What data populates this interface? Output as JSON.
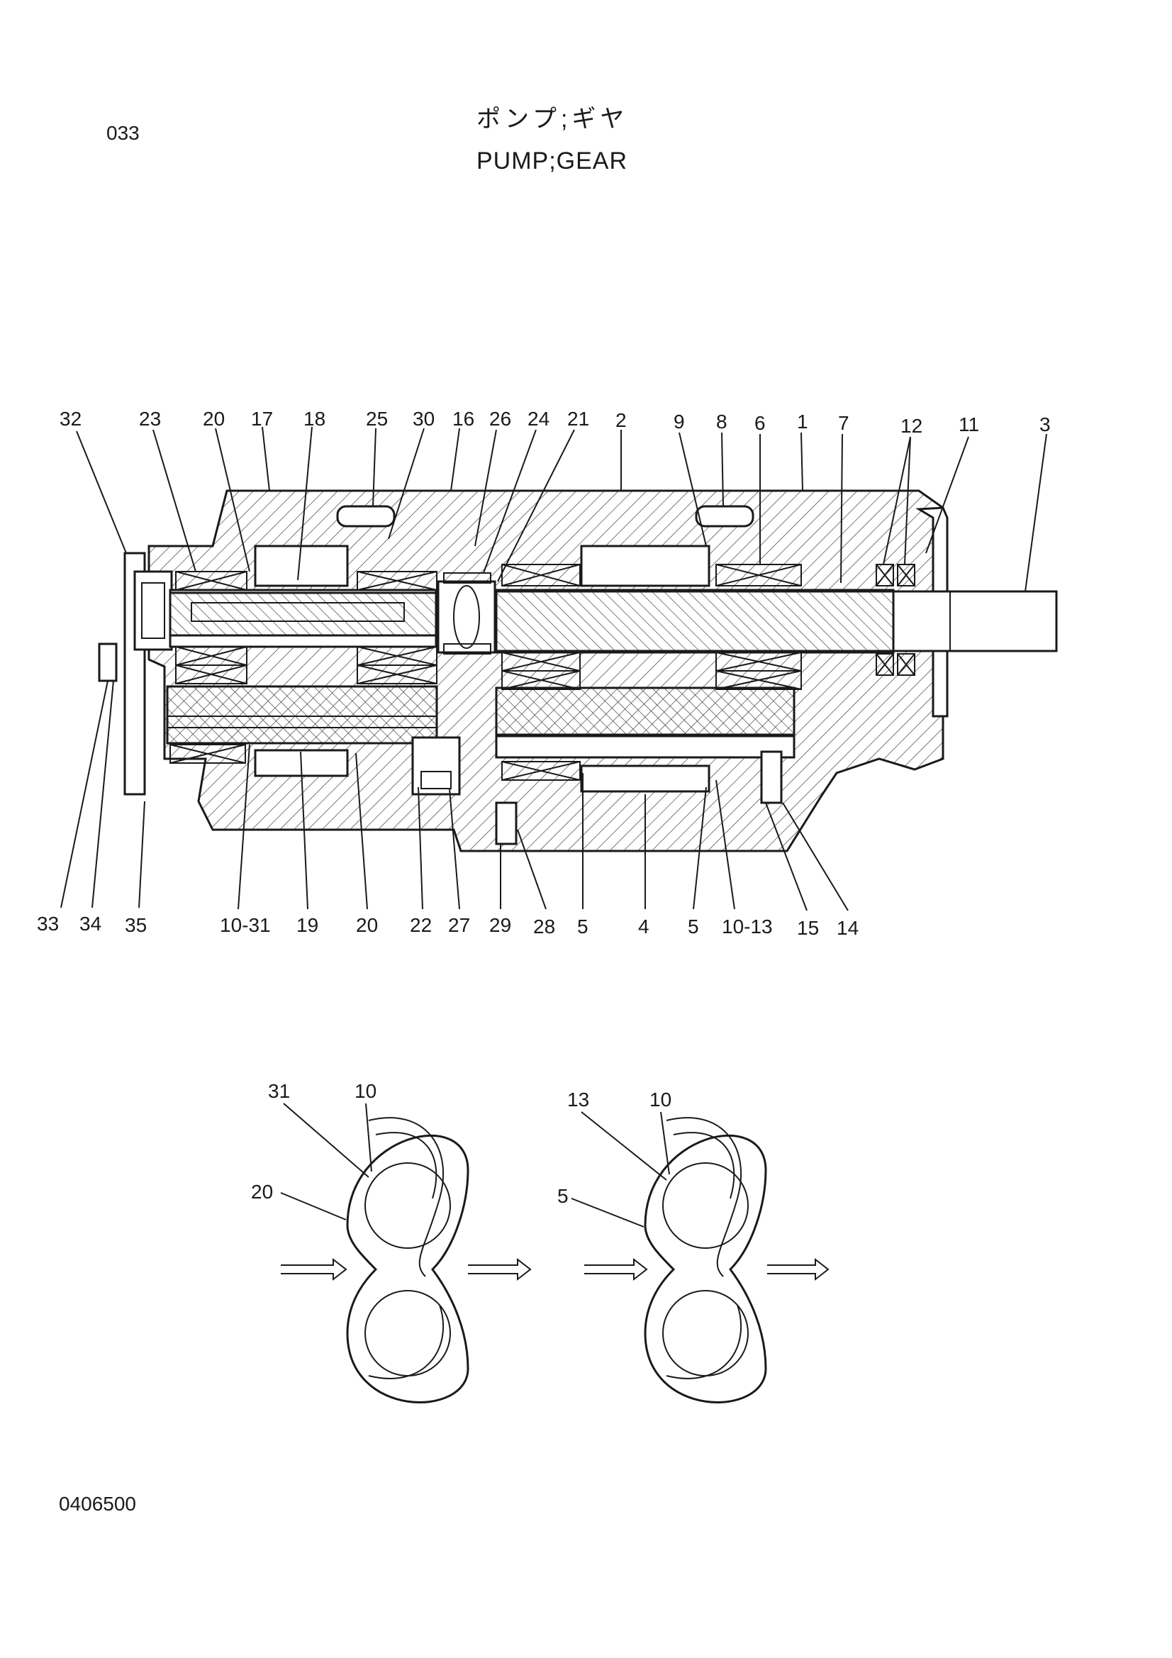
{
  "header": {
    "page_code": "033",
    "title_jp": "ポンプ;ギヤ",
    "title_en": "PUMP;GEAR"
  },
  "callouts_top": [
    "32",
    "23",
    "20",
    "17",
    "18",
    "25",
    "30",
    "16",
    "26",
    "24",
    "21",
    "2",
    "9",
    "8",
    "6",
    "1",
    "7",
    "12",
    "11",
    "3"
  ],
  "callouts_bottom": [
    "33",
    "34",
    "35",
    "10-31",
    "19",
    "20",
    "22",
    "27",
    "29",
    "28",
    "5",
    "4",
    "5",
    "10-13",
    "15",
    "14"
  ],
  "detail_left": {
    "labels": [
      "31",
      "10",
      "20"
    ]
  },
  "detail_right": {
    "labels": [
      "13",
      "10",
      "5"
    ]
  },
  "footer": {
    "doc_number": "0406500"
  }
}
